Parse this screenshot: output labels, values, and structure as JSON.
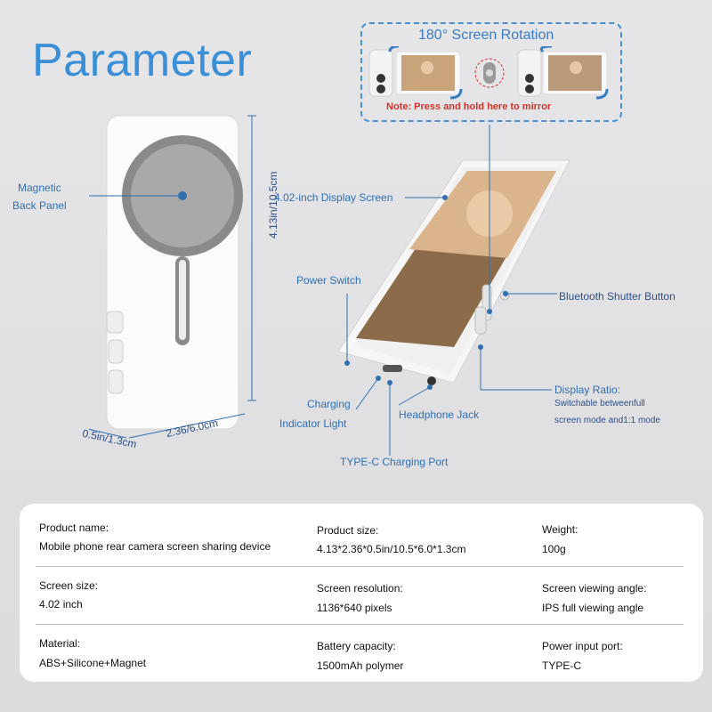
{
  "title": "Parameter",
  "rotation": {
    "title": "180°   Screen Rotation",
    "note": "Note: Press and hold here to mirror"
  },
  "callouts": {
    "magnetic": "Magnetic",
    "back_panel": "Back Panel",
    "display": "4.02-inch Display Screen",
    "power": "Power Switch",
    "bluetooth": "Bluetooth Shutter Button",
    "charging": "Charging",
    "indicator": "Indicator Light",
    "headphone": "Headphone Jack",
    "typec": "TYPE-C Charging Port",
    "ratio": "Display Ratio:",
    "ratio_desc1": "Switchable betweenfull",
    "ratio_desc2": "screen mode and1:1 mode"
  },
  "dimensions": {
    "height": "4.13in/10.5cm",
    "width": "2.36/6.0cm",
    "depth": "0.5in/1.3cm"
  },
  "specs": [
    [
      {
        "label": "Product name:",
        "value": "Mobile phone rear camera screen sharing device"
      },
      {
        "label": "Product size:",
        "value": "4.13*2.36*0.5in/10.5*6.0*1.3cm"
      },
      {
        "label": "Weight:",
        "value": "100g"
      }
    ],
    [
      {
        "label": "Screen size:",
        "value": "4.02 inch"
      },
      {
        "label": "Screen resolution:",
        "value": "1136*640 pixels"
      },
      {
        "label": "Screen viewing angle:",
        "value": "IPS full viewing angle"
      }
    ],
    [
      {
        "label": "Material:",
        "value": "ABS+Silicone+Magnet"
      },
      {
        "label": "Battery capacity:",
        "value": "1500mAh polymer"
      },
      {
        "label": "Power input port:",
        "value": "TYPE-C"
      }
    ]
  ]
}
